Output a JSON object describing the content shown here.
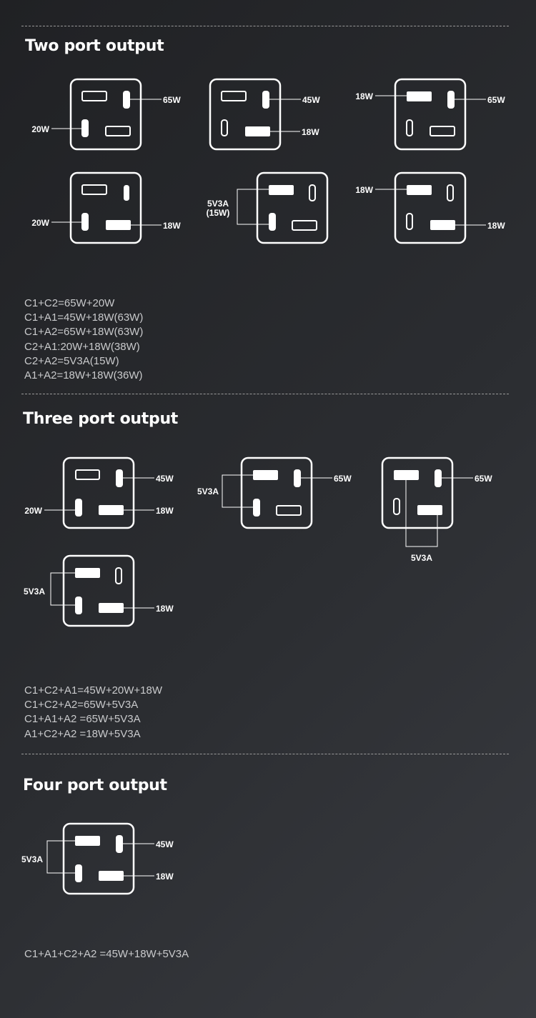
{
  "sections": [
    {
      "id": "two",
      "title": "Two port output",
      "diagrams": [
        {
          "callouts": [
            "65W",
            "20W"
          ]
        },
        {
          "callouts": [
            "45W",
            "18W"
          ]
        },
        {
          "callouts": [
            "18W",
            "65W"
          ]
        },
        {
          "callouts": [
            "20W",
            "18W"
          ]
        },
        {
          "callouts": [
            "5V3A",
            "(15W)"
          ]
        },
        {
          "callouts": [
            "18W",
            "18W"
          ]
        }
      ],
      "combinations": [
        "C1+C2=65W+20W",
        "C1+A1=45W+18W(63W)",
        "C1+A2=65W+18W(63W)",
        "C2+A1:20W+18W(38W)",
        "C2+A2=5V3A(15W)",
        "A1+A2=18W+18W(36W)"
      ]
    },
    {
      "id": "three",
      "title": "Three port output",
      "diagrams": [
        {
          "callouts": [
            "45W",
            "20W",
            "18W"
          ]
        },
        {
          "callouts": [
            "5V3A",
            "65W"
          ]
        },
        {
          "callouts": [
            "65W",
            "5V3A"
          ]
        },
        {
          "callouts": [
            "5V3A",
            "18W"
          ]
        }
      ],
      "combinations": [
        "C1+C2+A1=45W+20W+18W",
        "C1+C2+A2=65W+5V3A",
        "C1+A1+A2 =65W+5V3A",
        "A1+C2+A2 =18W+5V3A"
      ]
    },
    {
      "id": "four",
      "title": "Four port output",
      "diagrams": [
        {
          "callouts": [
            "45W",
            "5V3A",
            "18W"
          ]
        }
      ],
      "combinations": [
        "C1+A1+C2+A2 =45W+18W+5V3A"
      ]
    }
  ],
  "colors": {
    "background_dark": "#202124",
    "background_light": "#393b40",
    "active_port": "#ffffff",
    "outline": "#ffffff",
    "text_secondary": "#c9cacc",
    "divider": "#9a9a9a"
  }
}
